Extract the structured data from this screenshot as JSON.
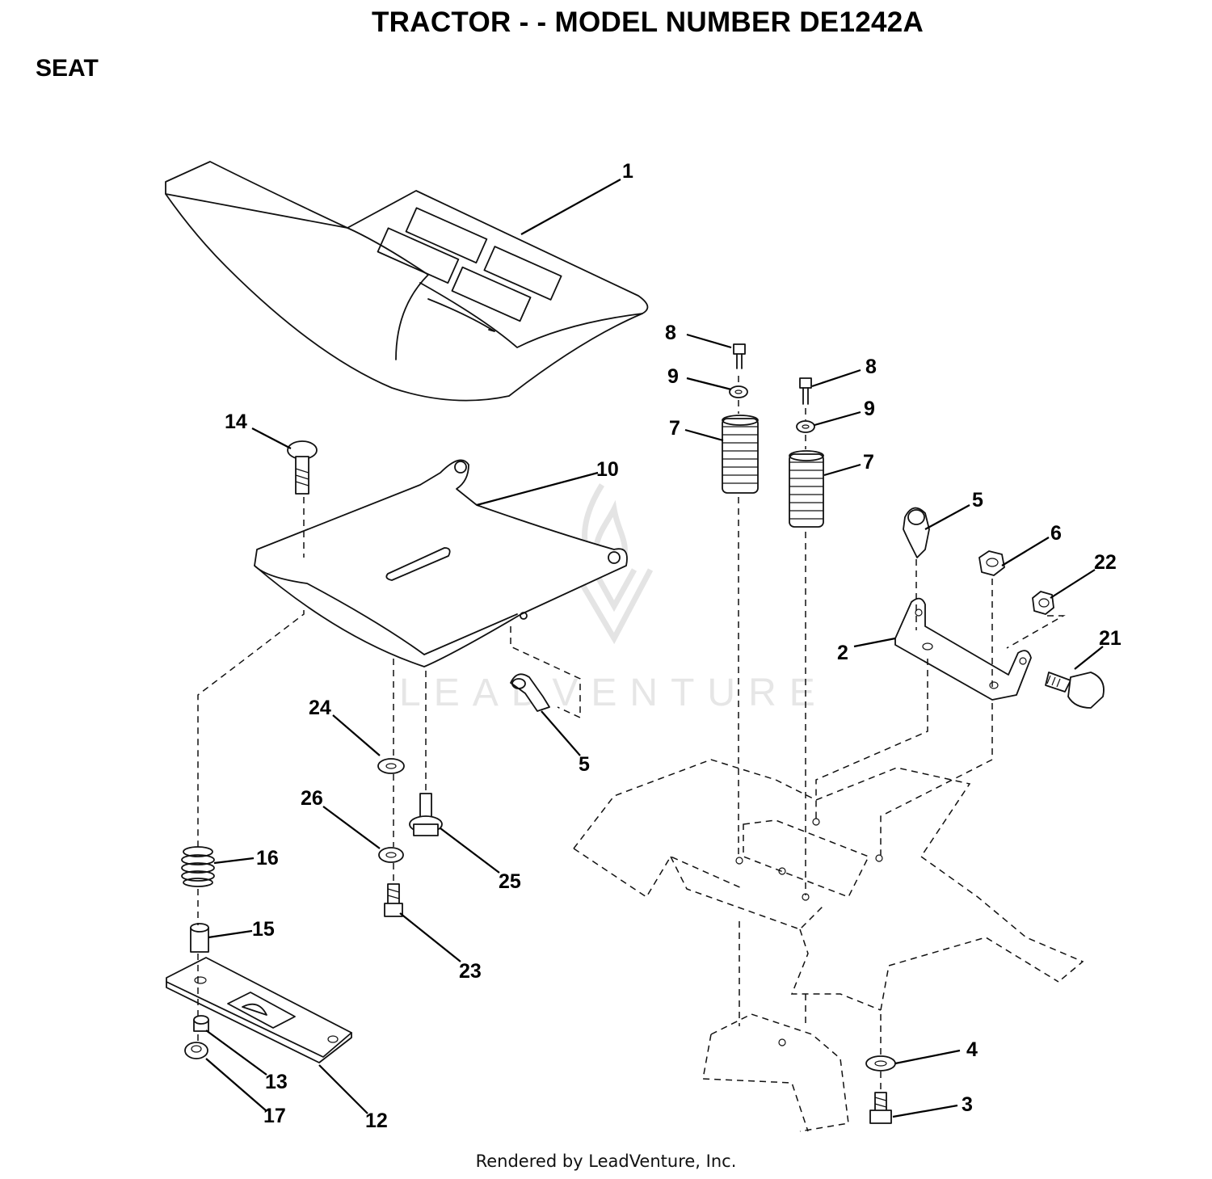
{
  "title": "TRACTOR - - MODEL NUMBER DE1242A",
  "section": "SEAT",
  "watermark": "LEADVENTURE",
  "footer": "Rendered by LeadVenture, Inc.",
  "callouts": [
    "1",
    "2",
    "3",
    "4",
    "5",
    "5",
    "6",
    "7",
    "7",
    "8",
    "8",
    "9",
    "9",
    "10",
    "12",
    "13",
    "14",
    "15",
    "16",
    "17",
    "21",
    "22",
    "23",
    "24",
    "25",
    "26"
  ]
}
